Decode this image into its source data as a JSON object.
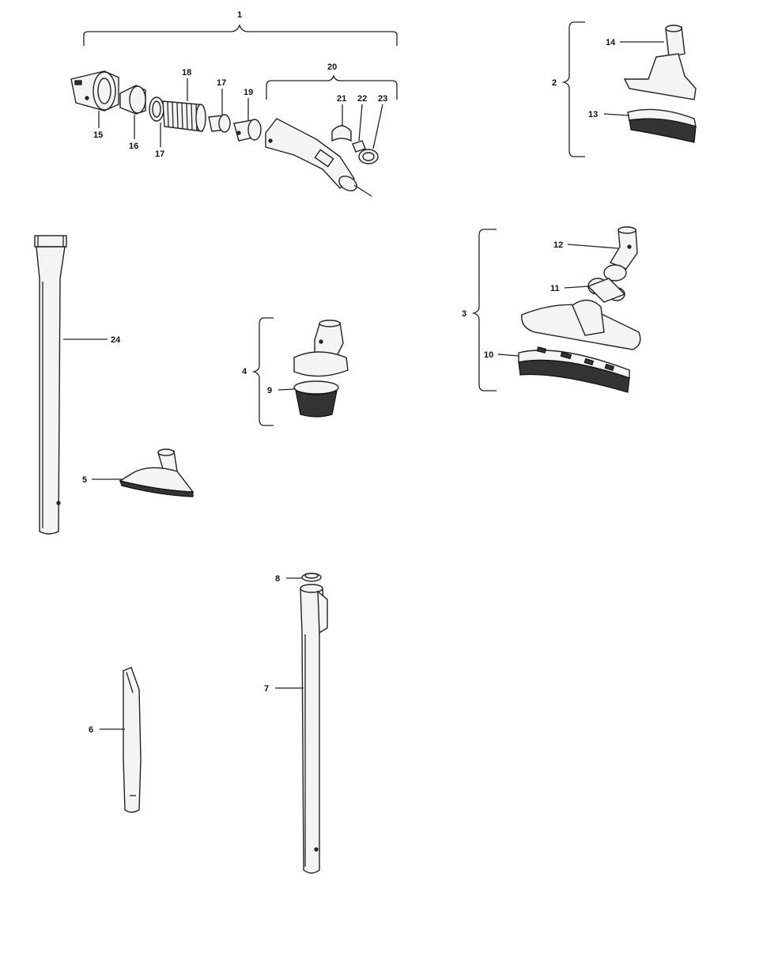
{
  "labels": {
    "l1": "1",
    "l2": "2",
    "l3": "3",
    "l4": "4",
    "l5": "5",
    "l6": "6",
    "l7": "7",
    "l8": "8",
    "l9": "9",
    "l10": "10",
    "l11": "11",
    "l12": "12",
    "l13": "13",
    "l14": "14",
    "l15": "15",
    "l16": "16",
    "l17a": "17",
    "l17b": "17",
    "l18": "18",
    "l19": "19",
    "l20": "20",
    "l21": "21",
    "l22": "22",
    "l23": "23",
    "l24": "24"
  }
}
